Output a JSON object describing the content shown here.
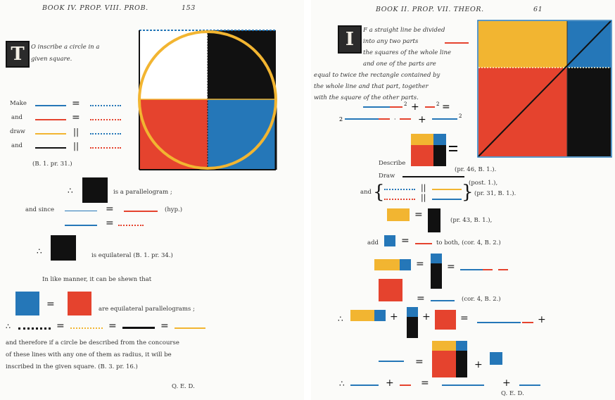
{
  "colors": {
    "red": "#e5432e",
    "yellow": "#f2b531",
    "blue": "#2577b8",
    "black": "#111111",
    "paper": "#fbfbf9"
  },
  "left": {
    "header": {
      "book": "BOOK IV.  PROP. VIII.  PROB.",
      "page": "153"
    },
    "initial_letter": "T",
    "intro_lines": [
      "O inscribe a circle in a",
      "given square."
    ],
    "make_label": "Make",
    "and_label": "and",
    "draw_label": "draw",
    "and2_label": "and",
    "ref1": "(B. 1. pr. 31.)",
    "therefore_symbol": "∴",
    "is_parallelogram": "is a parallelogram ;",
    "and_since": "and since",
    "hyp": "(hyp.)",
    "equilateral_text": "is equilateral  (B. 1. pr. 34.)",
    "in_like_manner": "In like manner, it can be shewn that",
    "are_equilateral": "are equilateral parallelograms ;",
    "conclusion_lines": [
      "and therefore if a circle be described from the concourse",
      "of these lines with any one of them as radius, it will be",
      "inscribed in the given square.  (B. 3. pr. 16.)"
    ],
    "qed": "Q. E. D."
  },
  "right": {
    "header": {
      "book": "BOOK II.  PROP. VII.  THEOR.",
      "page": "61"
    },
    "initial_letter": "I",
    "intro_lines": [
      "F a straight line be divided",
      "into any two parts",
      "the squares of the whole line",
      "and one of the parts are",
      "equal to twice the rectangle contained by",
      "the whole line and that part, together",
      "with the square of the other parts."
    ],
    "describe": "Describe",
    "ref_describe": "(pr. 46, B. 1.).",
    "draw": "Draw",
    "ref_draw": "(post. 1.),",
    "and_label": "and",
    "ref_31": "(pr. 31, B. 1.).",
    "ref_43": "(pr. 43, B. 1.),",
    "add": "add",
    "to_both": "to both,  (cor. 4, B. 2.)",
    "ref_cor4": "(cor. 4, B. 2.)",
    "qed": "Q. E. D."
  }
}
